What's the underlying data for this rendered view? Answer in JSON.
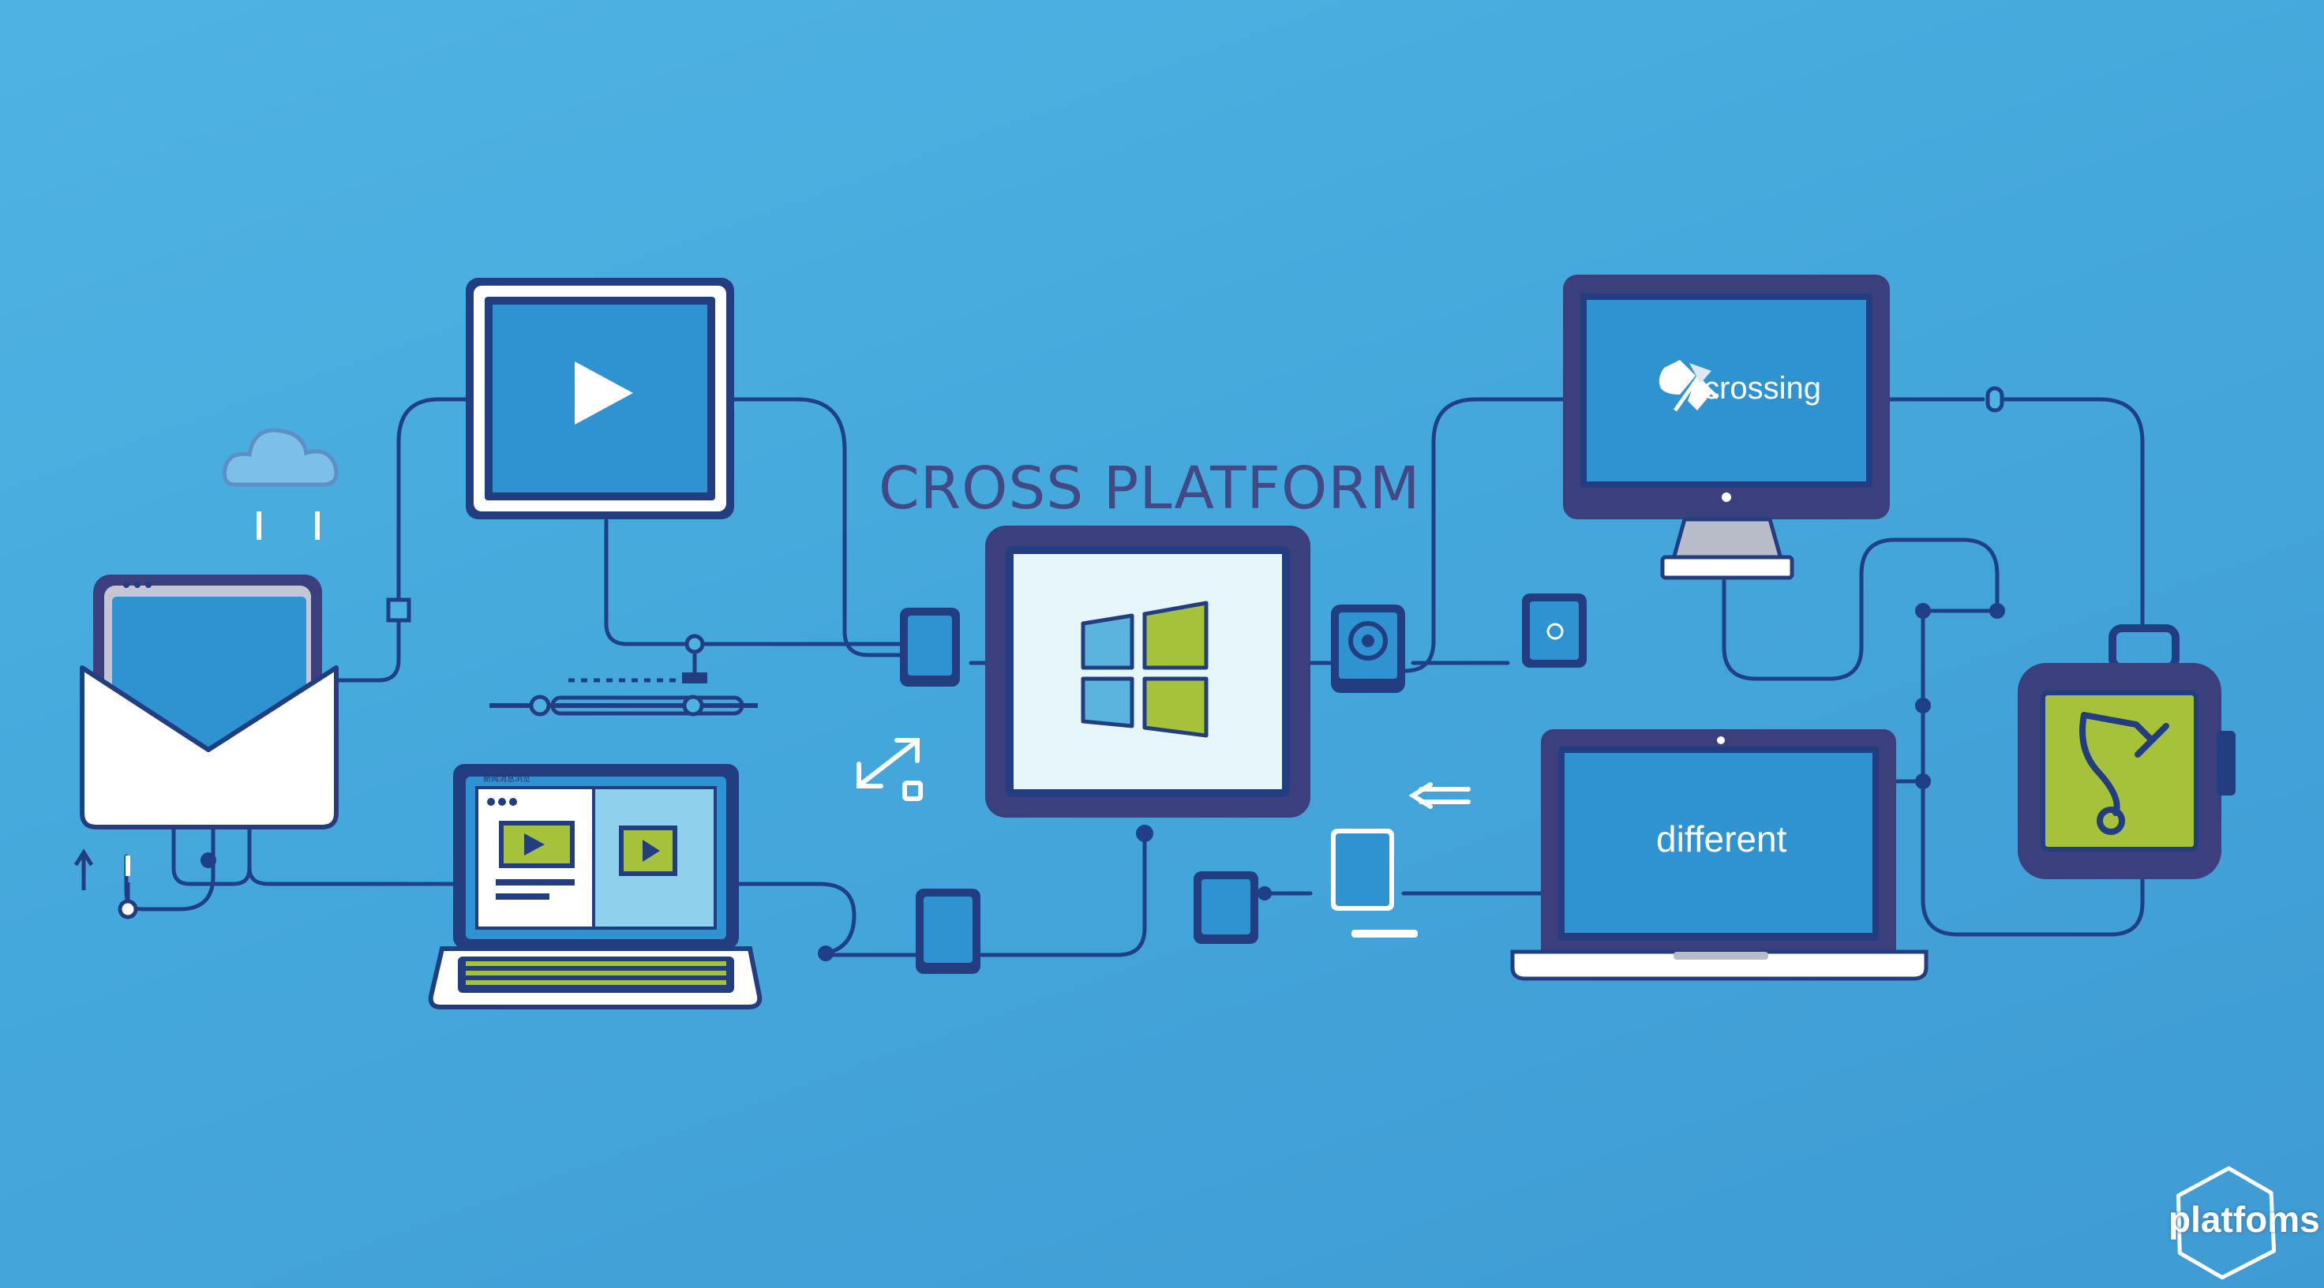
{
  "diagram": {
    "title": "CROSS PLATFORM",
    "monitor_brand_text": "crossing",
    "laptop_screen_text": "different",
    "corner_badge_text": "platfoms",
    "small_laptop_browser_text": "新闻消息浏览"
  },
  "colors": {
    "background": "#45a8dc",
    "line": "#1f3f86",
    "frame": "#3b3f7c",
    "screen": "#2e93d0",
    "accent_green": "#a6c23a",
    "title": "#434985"
  },
  "icons": [
    "cloud-icon",
    "envelope-icon",
    "play-icon",
    "windows-logo-icon",
    "crossing-logo-icon",
    "smartwatch-icon",
    "stethoscope-icon",
    "arrow-left-icon",
    "resize-icon",
    "hexagon-badge-icon"
  ]
}
